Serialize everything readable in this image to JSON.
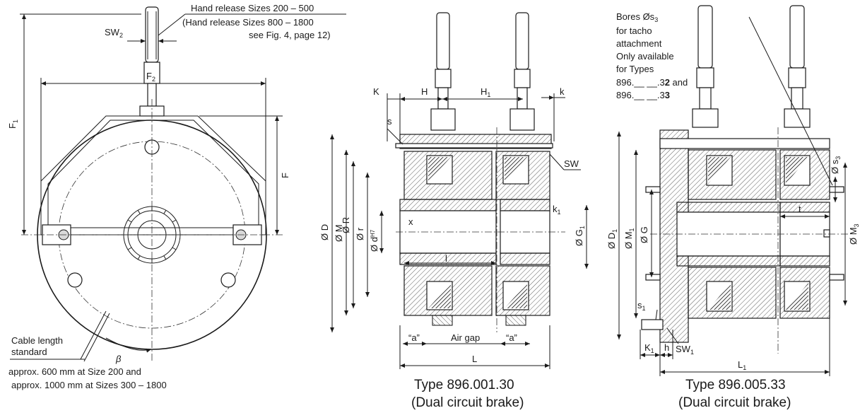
{
  "left_view": {
    "hand_release_note_1": "Hand release Sizes 200 – 500",
    "hand_release_note_2": "(Hand release Sizes 800 – 1800",
    "hand_release_note_3": "see Fig. 4, page 12)",
    "cable_label_1": "Cable length",
    "cable_label_2": "standard",
    "approx_1": "approx. 600 mm at Size 200 and",
    "approx_2": "approx. 1000 mm at Sizes 300 – 1800",
    "sw2": "SW",
    "sw2_sub": "2",
    "f1": "F",
    "f1_sub": "1",
    "f2": "F",
    "f2_sub": "2",
    "f": "F",
    "beta": "β"
  },
  "middle_view": {
    "H": "H",
    "H1": "H",
    "H1_sub": "1",
    "K": "K",
    "k": "k",
    "s": "s",
    "SW": "SW",
    "D": "Ø D",
    "M": "Ø M",
    "R": "Ø R",
    "r": "Ø r",
    "d": "Ø d",
    "d_sup": "H7",
    "x": "x",
    "l": "l",
    "k1": "k",
    "k1_sub": "1",
    "G1": "Ø G",
    "G1_sub": "1",
    "a_left": "“a”",
    "air_gap": "Air gap",
    "a_right": "“a”",
    "L": "L",
    "caption_1": "Type 896.001.30",
    "caption_2": "(Dual circuit brake)"
  },
  "right_view": {
    "bores_1": "Bores Øs",
    "bores_1_sub": "3",
    "bores_2": "for tacho",
    "bores_3": "attachment",
    "bores_4": "Only available",
    "bores_5": "for Types",
    "bores_6_pre": "896.",
    "bores_6_mid": "__ __",
    "bores_6_post": ".3",
    "bores_6_bold": "2",
    "bores_6_and": " and",
    "bores_7_pre": "896.",
    "bores_7_mid": "__ __",
    "bores_7_post": ".3",
    "bores_7_bold": "3",
    "D1": "Ø D",
    "D1_sub": "1",
    "M1": "Ø M",
    "M1_sub": "1",
    "G": "Ø G",
    "M3": "Ø M",
    "M3_sub": "3",
    "s3": "Ø s",
    "s3_sub": "3",
    "t": "t",
    "s1": "s",
    "s1_sub": "1",
    "K1": "K",
    "K1_sub": "1",
    "h": "h",
    "SW1": "SW",
    "SW1_sub": "1",
    "L1": "L",
    "L1_sub": "1",
    "caption_1": "Type 896.005.33",
    "caption_2": "(Dual circuit brake)"
  }
}
